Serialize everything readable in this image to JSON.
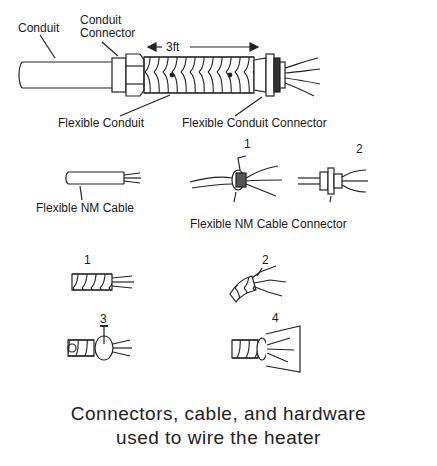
{
  "diagram": {
    "caption": "Connectors, cable, and hardware used to wire the heater",
    "labels": [
      "Conduit",
      "Conduit Connector",
      "3ft",
      "Flexible Conduit",
      "Flexible Conduit Connector",
      "Flexible NM Cable",
      "1",
      "2",
      "Flexible NM Cable Connector",
      "1",
      "2",
      "3",
      "4"
    ]
  }
}
